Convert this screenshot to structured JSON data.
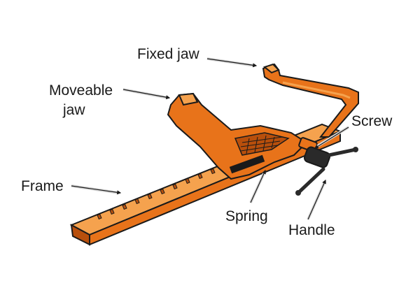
{
  "labels": {
    "fixed_jaw": "Fixed jaw",
    "moveable_jaw_line1": "Moveable",
    "moveable_jaw_line2": "jaw",
    "frame": "Frame",
    "screw": "Screw",
    "spring": "Spring",
    "handle": "Handle"
  },
  "colors": {
    "body": "#e8731a",
    "body_light": "#f5a24e",
    "body_dark": "#b84f0c",
    "outline": "#1a1a1a",
    "handle": "#2a2a2a",
    "arrow": "#d9d9d9"
  }
}
